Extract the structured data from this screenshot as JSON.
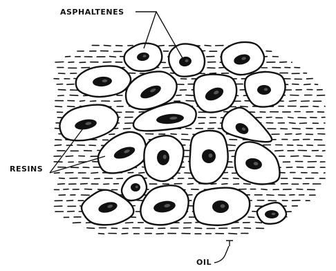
{
  "labels": {
    "asphaltenes": "ASPHALTENES",
    "resins": "RESINS",
    "oil": "OIL"
  },
  "colors": {
    "ink": "#111111",
    "background": "#ffffff"
  }
}
